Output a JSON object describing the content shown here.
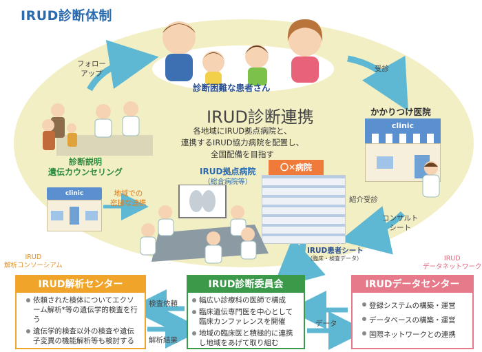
{
  "title": "IRUD診断体制",
  "center": {
    "title": "IRUD診断連携",
    "body": [
      "各地域にIRUD拠点病院と、",
      "連携するIRUD協力病院を配置し、",
      "全国配備を目指す"
    ]
  },
  "patients_label": "診断困難な患者さん",
  "follow_up": [
    "フォロー",
    "アップ"
  ],
  "visit": "受診",
  "family_doctor": "かかりつけ医院",
  "clinic_sign": "clinic",
  "counseling": [
    "診断説明",
    "遺伝カウンセリング"
  ],
  "local_care": [
    "地域での",
    "密接な連携"
  ],
  "base_hospital": [
    "IRUD拠点病院",
    "（総合病院等）"
  ],
  "hospital_sign": "〇✕病院",
  "referral": "紹介受診",
  "consult": [
    "コンサルト",
    "シート"
  ],
  "patient_sheet": [
    "IRUD患者シート",
    "（臨床・検査データ）"
  ],
  "consortium_tag": [
    "IRUD",
    "解析コンソーシアム"
  ],
  "network_tag": [
    "IRUD",
    "データネットワーク"
  ],
  "analysis_center": {
    "title": "IRUD解析センター",
    "items": [
      "依頼された検体についてエクソーム解析*等の遺伝学的検査を行う",
      "遺伝学的検査以外の検査や遺伝子変異の機能解析等も検討する"
    ]
  },
  "committee": {
    "title": "IRUD診断委員会",
    "items": [
      "幅広い診療科の医師で構成",
      "臨床遺伝専門医を中心として臨床カンファレンスを開催",
      "地域の臨床医と積極的に連携し地域をあげて取り組む"
    ]
  },
  "data_center": {
    "title": "IRUDデータセンター",
    "items": [
      "登録システムの構築・運営",
      "データベースの構築・運営",
      "国際ネットワークとの連携"
    ]
  },
  "arrow_labels": {
    "request": "検査依頼",
    "result": "解析結果",
    "data": "データ"
  },
  "colors": {
    "analysis": "#f0a52a",
    "committee": "#3a9a4a",
    "data": "#e67a8a",
    "arrow": "#5fb8d3",
    "title": "#2a6bb0"
  }
}
